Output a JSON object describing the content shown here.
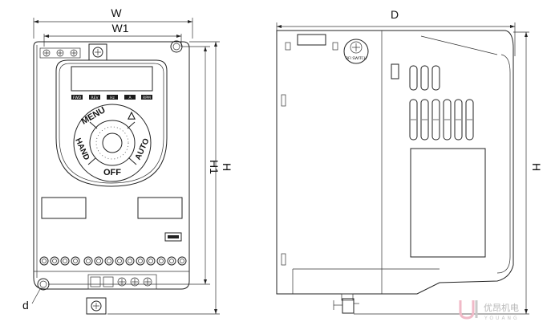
{
  "dimensions": {
    "width": "W",
    "width_mounting": "W1",
    "height": "H",
    "height_mounting": "H1",
    "depth": "D",
    "hole_diameter": "d"
  },
  "keypad": {
    "menu": "MENU",
    "hand": "HAND",
    "auto": "AUTO",
    "off": "OFF",
    "up_symbol": "△",
    "function_keys": [
      "FWD",
      "REV",
      "Hz",
      "A",
      "RPM"
    ]
  },
  "side_knob_label": "RFI SWITCH",
  "watermark": {
    "chinese": "优昂机电",
    "english": "YOUANG"
  }
}
